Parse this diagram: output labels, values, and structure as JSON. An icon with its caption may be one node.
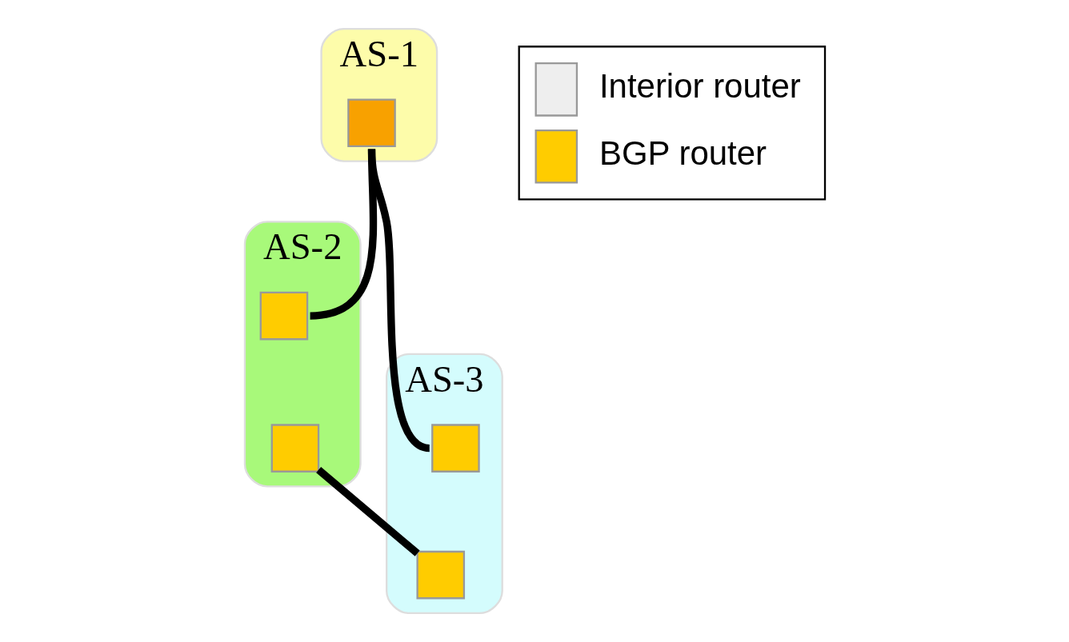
{
  "diagram": {
    "nodes": [
      {
        "text": [
          "AS-1"
        ]
      },
      {
        "text": [],
        "shape": "box",
        "in": 0
      },
      {
        "text": [
          "AS-2"
        ]
      },
      {
        "text": [],
        "shape": "box",
        "in": 2
      },
      {
        "text": [],
        "shape": "box",
        "in": 2
      },
      {
        "text": [
          "AS-3"
        ]
      },
      {
        "text": [],
        "shape": "box",
        "in": 5
      },
      {
        "text": [],
        "shape": "box",
        "in": 5
      }
    ],
    "edges": [
      {
        "from": 1,
        "to": 6,
        "arrow": "none"
      },
      {
        "from": 1,
        "to": 3,
        "arrow": "none"
      },
      {
        "from": 4,
        "to": 7,
        "arrow": "none"
      }
    ],
    "legend": [
      {
        "text": "Interior router",
        "color": "#eeeeee"
      },
      {
        "text": "BGP router",
        "color": "#ffcc00"
      }
    ]
  }
}
